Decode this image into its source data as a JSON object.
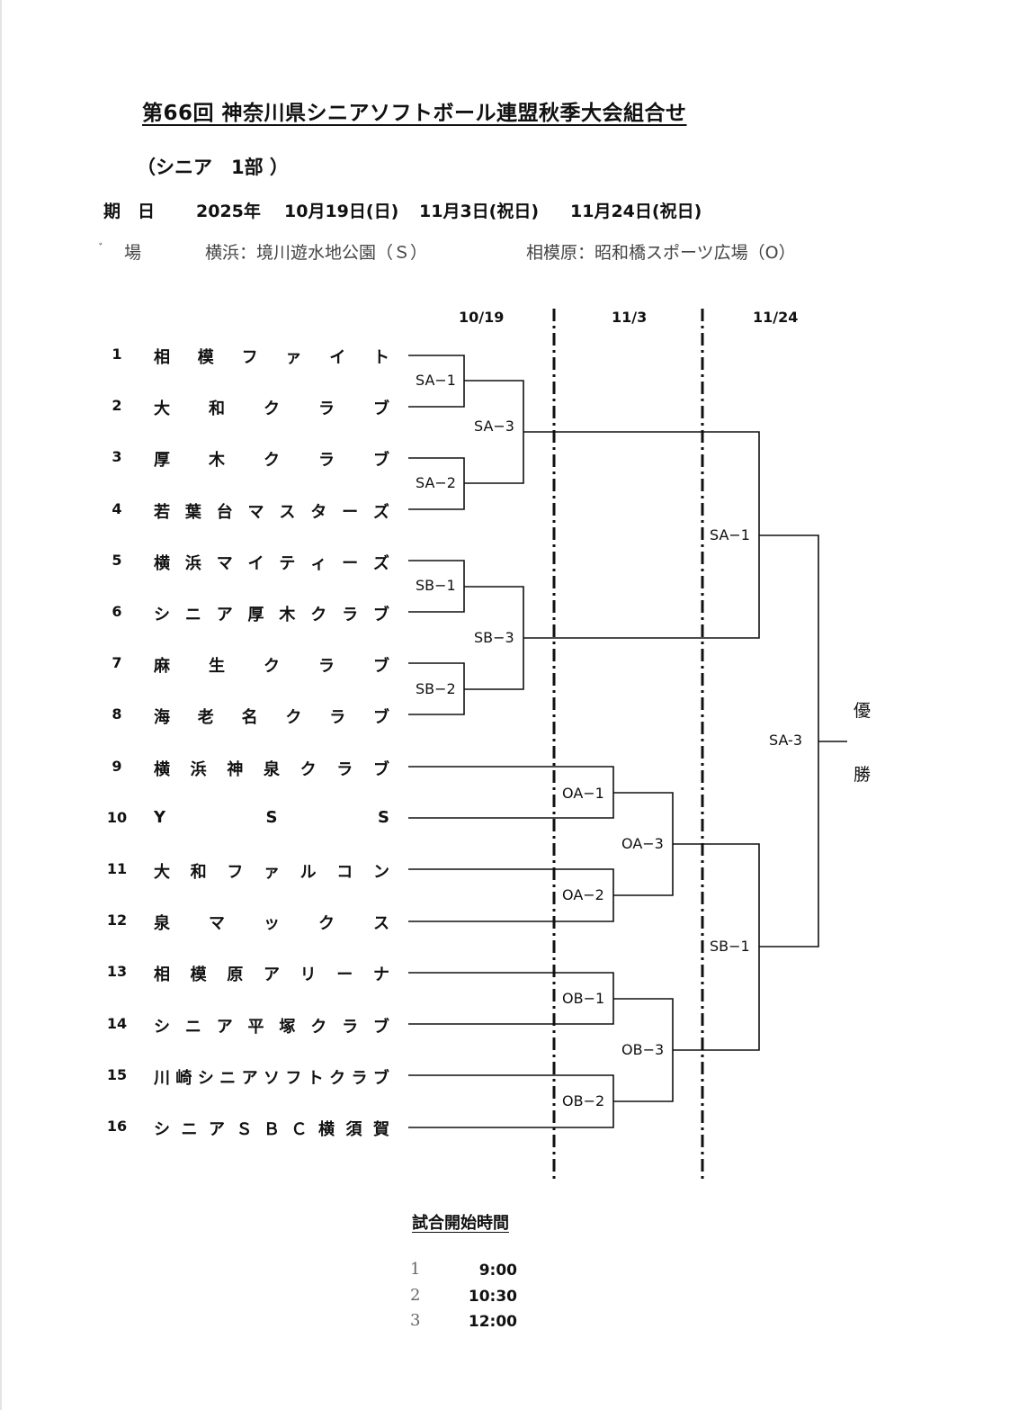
{
  "title": "第66回 神奈川県シニアソフトボール連盟秋季大会組合せ",
  "division": "（シニア　1部 ）",
  "dates": {
    "label": "期　日",
    "year": "2025年",
    "day1": "10月19日(日)",
    "day2": "11月3日(祝日)",
    "day3": "11月24日(祝日)"
  },
  "venues": {
    "label_fragment": "ﾞ",
    "label": "場",
    "venue1": "横浜：境川遊水地公園（Ｓ）",
    "venue2": "相模原：昭和橋スポーツ広場（O）"
  },
  "round_headers": [
    "10/19",
    "11/3",
    "11/24"
  ],
  "teams": [
    {
      "no": "1",
      "chars": [
        "相",
        "模",
        "フ",
        "ァ",
        "イ",
        "ト"
      ]
    },
    {
      "no": "2",
      "chars": [
        "大",
        "和",
        "ク",
        "ラ",
        "ブ"
      ]
    },
    {
      "no": "3",
      "chars": [
        "厚",
        "木",
        "ク",
        "ラ",
        "ブ"
      ]
    },
    {
      "no": "4",
      "chars": [
        "若",
        "葉",
        "台",
        "マ",
        "ス",
        "タ",
        "ー",
        "ズ"
      ]
    },
    {
      "no": "5",
      "chars": [
        "横",
        "浜",
        "マ",
        "イ",
        "テ",
        "ィ",
        "ー",
        "ズ"
      ]
    },
    {
      "no": "6",
      "chars": [
        "シ",
        "ニ",
        "ア",
        "厚",
        "木",
        "ク",
        "ラ",
        "ブ"
      ]
    },
    {
      "no": "7",
      "chars": [
        "麻",
        "生",
        "ク",
        "ラ",
        "ブ"
      ]
    },
    {
      "no": "8",
      "chars": [
        "海",
        "老",
        "名",
        "ク",
        "ラ",
        "ブ"
      ]
    },
    {
      "no": "9",
      "chars": [
        "横",
        "浜",
        "神",
        "泉",
        "ク",
        "ラ",
        "ブ"
      ]
    },
    {
      "no": "10",
      "chars": [
        "Y",
        "S",
        "S"
      ]
    },
    {
      "no": "11",
      "chars": [
        "大",
        "和",
        "フ",
        "ァ",
        "ル",
        "コ",
        "ン"
      ]
    },
    {
      "no": "12",
      "chars": [
        "泉",
        "マ",
        "ッ",
        "ク",
        "ス"
      ]
    },
    {
      "no": "13",
      "chars": [
        "相",
        "模",
        "原",
        "ア",
        "リ",
        "ー",
        "ナ"
      ]
    },
    {
      "no": "14",
      "chars": [
        "シ",
        "ニ",
        "ア",
        "平",
        "塚",
        "ク",
        "ラ",
        "ブ"
      ]
    },
    {
      "no": "15",
      "chars": [
        "川",
        "崎",
        "シ",
        "ニ",
        "ア",
        "ソ",
        "フ",
        "ト",
        "ク",
        "ラ",
        "ブ"
      ]
    },
    {
      "no": "16",
      "chars": [
        "シ",
        "ニ",
        "ア",
        "Ｓ",
        "Ｂ",
        "Ｃ",
        "横",
        "須",
        "賀"
      ]
    }
  ],
  "matches": {
    "sa1": "SA−1",
    "sa2": "SA−2",
    "sa3": "SA−3",
    "sb1": "SB−1",
    "sb2": "SB−2",
    "sb3": "SB−3",
    "oa1": "OA−1",
    "oa2": "OA−2",
    "oa3": "OA−3",
    "ob1": "OB−1",
    "ob2": "OB−2",
    "ob3": "OB−3",
    "semi_top": "SA−1",
    "semi_bottom": "SB−1",
    "final": "SA-3"
  },
  "champion": [
    "優",
    "勝"
  ],
  "start_times": {
    "title": "試合開始時間",
    "rows": [
      {
        "index": "1",
        "time": "9:00"
      },
      {
        "index": "2",
        "time": "10:30"
      },
      {
        "index": "3",
        "time": "12:00"
      }
    ]
  }
}
